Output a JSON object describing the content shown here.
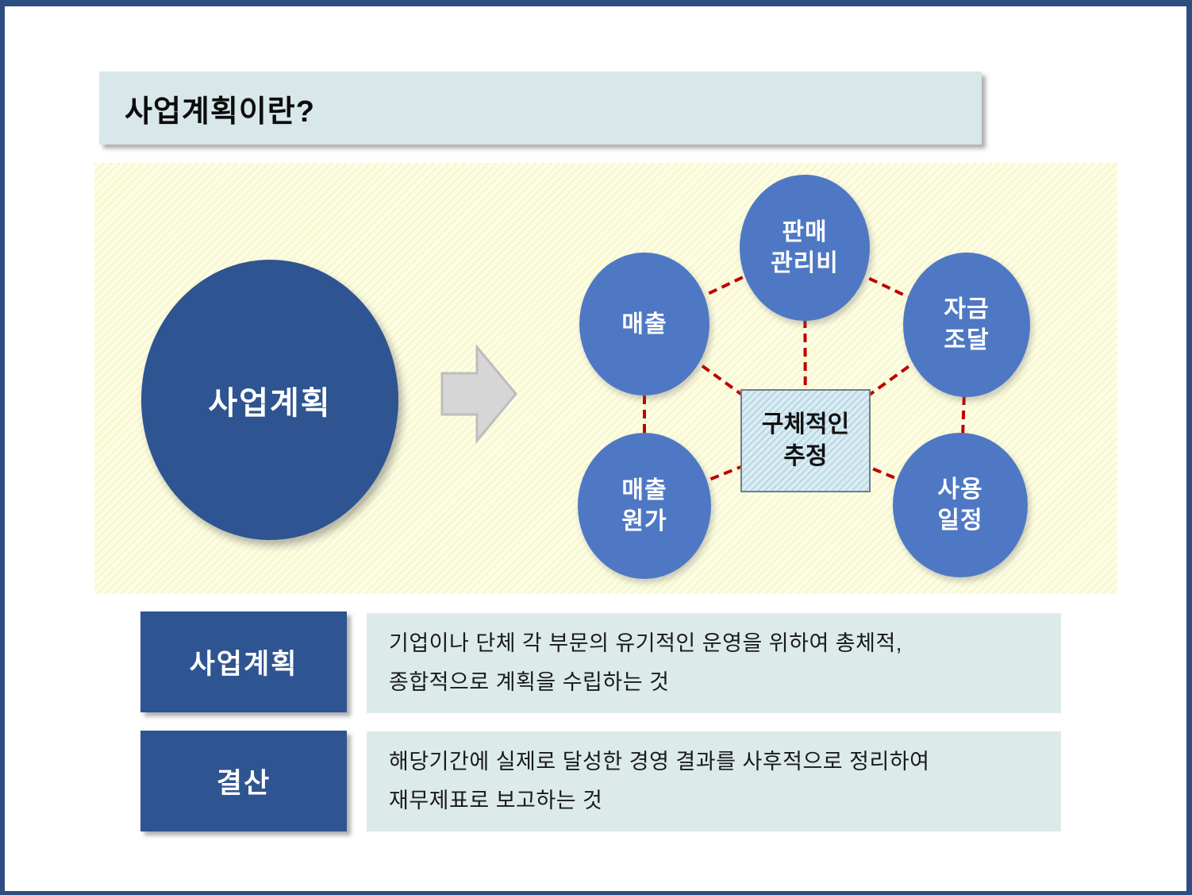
{
  "slide": {
    "title": "사업계획이란?"
  },
  "diagram": {
    "main_circle": {
      "label": "사업계획"
    },
    "arrow_icon": "right-block-arrow",
    "nodes": [
      {
        "id": "sales-admin-expenses",
        "label": "판매\n관리비"
      },
      {
        "id": "revenue",
        "label": "매출"
      },
      {
        "id": "funding",
        "label": "자금\n조달"
      },
      {
        "id": "cost-of-sales",
        "label": "매출\n원가"
      },
      {
        "id": "usage-schedule",
        "label": "사용\n일정"
      }
    ],
    "center_box": {
      "label": "구체적인\n추정"
    }
  },
  "definitions": [
    {
      "term": "사업계획",
      "description": "기업이나 단체 각 부문의 유기적인 운영을 위하여 총체적,\n종합적으로 계획을 수립하는 것"
    },
    {
      "term": "결산",
      "description": "해당기간에 실제로 달성한 경영 결과를 사후적으로 정리하여\n재무제표로 보고하는 것"
    }
  ],
  "colors": {
    "frame_border": "#2e4d80",
    "dark_blue": "#2e5491",
    "node_blue": "#4f78c4",
    "connector_red": "#c00000",
    "title_bar_bg": "#d8e7ea",
    "definition_panel_bg": "#dcebe9",
    "diagram_bg_stripe_1": "#f8f8c9",
    "diagram_bg_stripe_2": "#fdfdec",
    "center_box_bg": "#d9edf4",
    "arrow_gray": "#d6d6d6"
  }
}
